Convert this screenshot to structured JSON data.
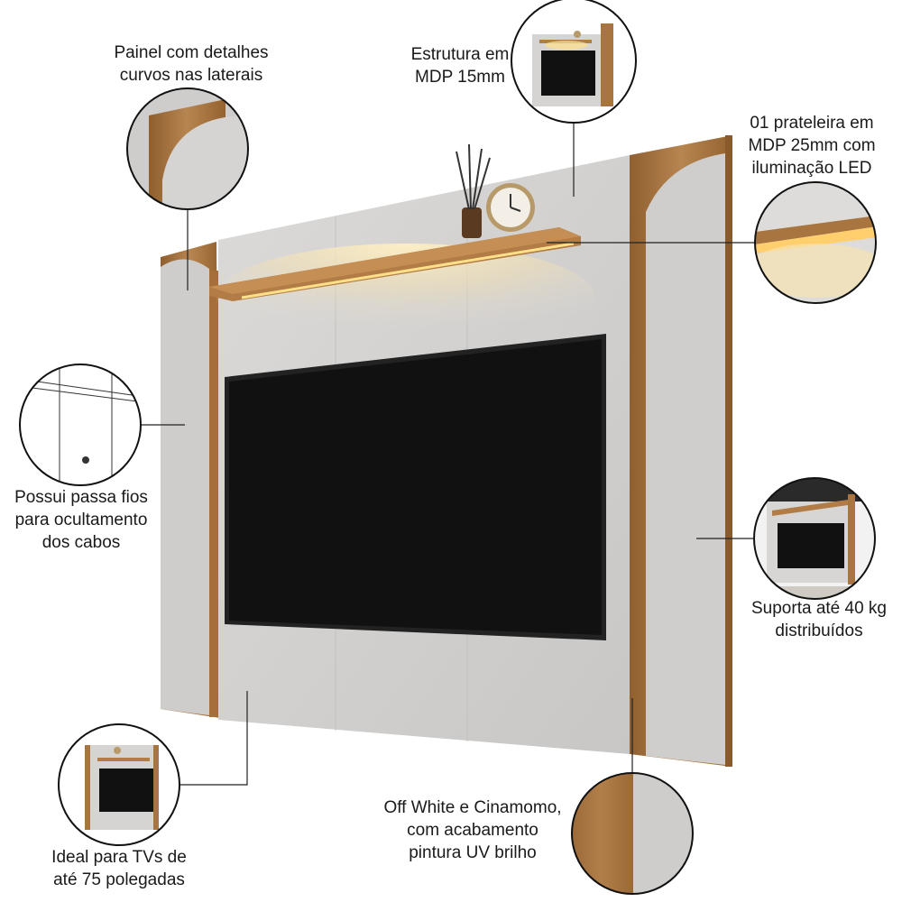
{
  "labels": {
    "painel": "Painel com detalhes\ncurvos nas laterais",
    "estrutura": "Estrutura em\nMDP 15mm",
    "prateleira": "01 prateleira em\nMDP 25mm com\niluminação LED",
    "passa_fios": "Possui passa fios\npara ocultamento\ndos cabos",
    "suporta": "Suporta até 40 kg\ndistribuídos",
    "acabamento": "Off White e Cinamomo,\ncom acabamento\npintura UV brilho",
    "ideal": "Ideal para TVs de\naté 75 polegadas"
  },
  "colors": {
    "off_white": "#d3d1cf",
    "cinamomo": "#a87540",
    "tv_screen": "#111111",
    "led_glow": "#ffd98a"
  }
}
